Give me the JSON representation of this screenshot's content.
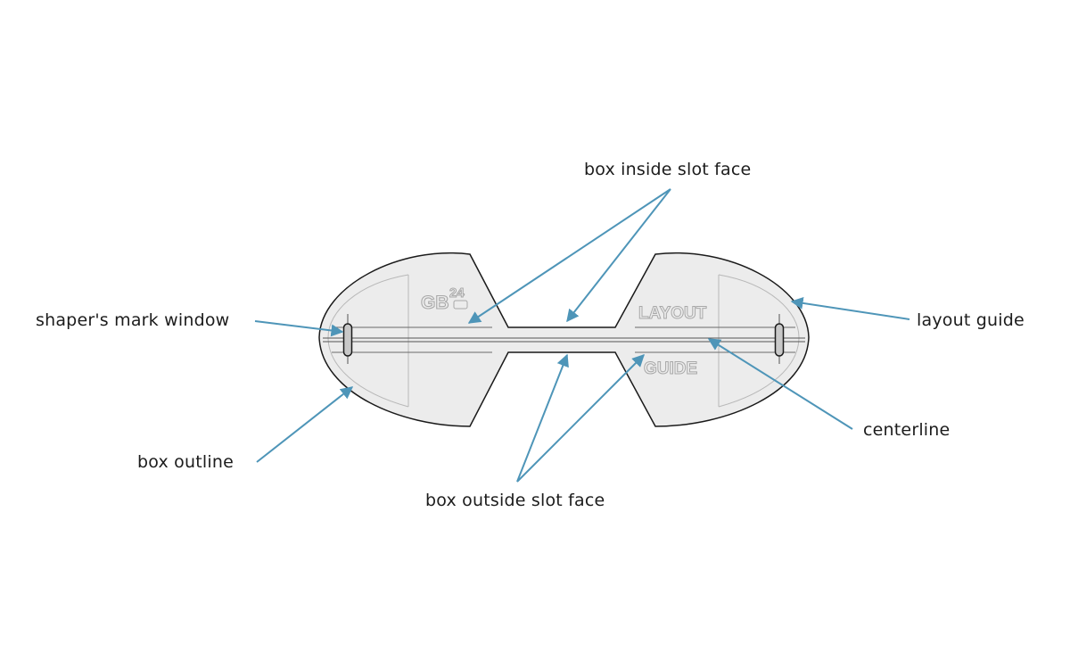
{
  "labels": {
    "box_inside_slot_face": "box inside slot face",
    "shapers_mark_window": "shaper's mark window",
    "layout_guide": "layout guide",
    "centerline": "centerline",
    "box_outline": "box outline",
    "box_outside_slot_face": "box outside slot face"
  },
  "engraving": {
    "logo_letters": "GB",
    "logo_number": "24",
    "word_top": "LAYOUT",
    "word_bottom": "GUIDE"
  },
  "colors": {
    "arrow": "#4e95b8",
    "guide_fill": "#ececec",
    "outline": "#1a1a1a",
    "engraving": "#a8a8a8"
  }
}
